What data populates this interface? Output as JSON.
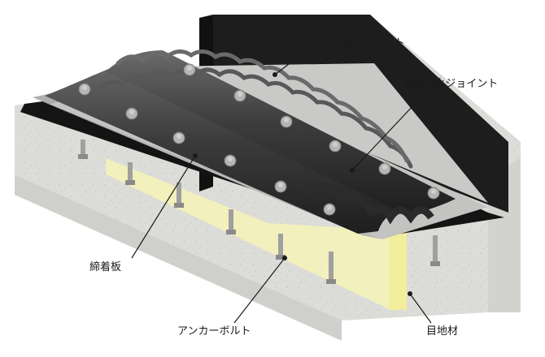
{
  "labels": {
    "anchor_plate": "アンカープレート",
    "m_waterstop": "M型止水ジョイント",
    "clamp_plate": "締着板",
    "anchor_bolt": "アンカーボルト",
    "joint_filler": "目地材"
  },
  "colors": {
    "background": "#ffffff",
    "concrete": "#dcdcd9",
    "concrete_dark": "#c8c8c4",
    "anchor_plate": "#1d1d1d",
    "rubber_joint": "#3a3a3a",
    "clamp_plate": "#bcbcba",
    "bolt": "#9a9a9a",
    "joint_filler": "#f6f3b6",
    "label_text": "#1a1a1a"
  }
}
